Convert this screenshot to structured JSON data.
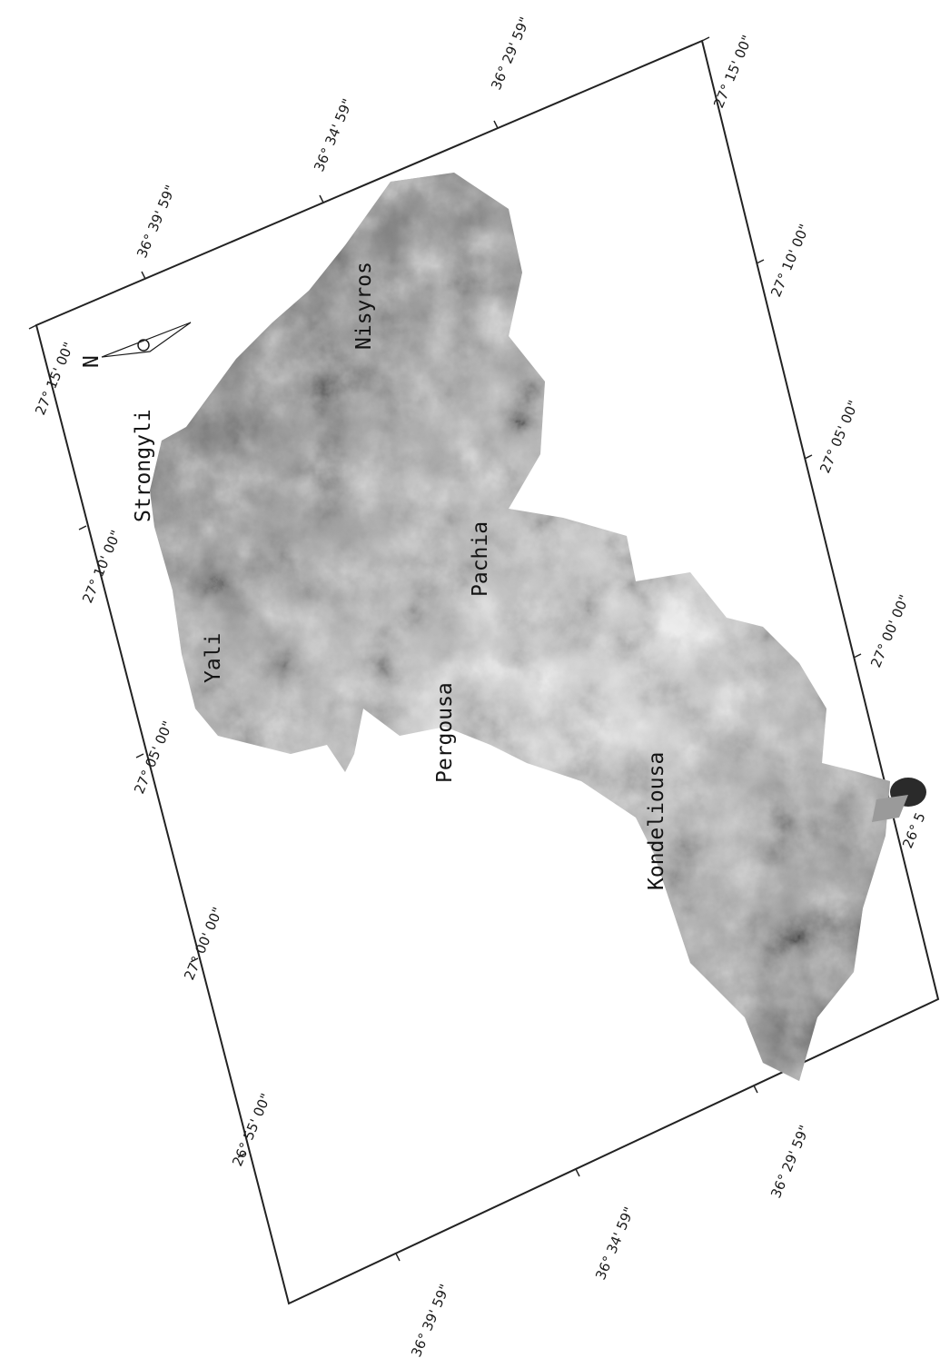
{
  "map": {
    "places": [
      "Nisyros",
      "Strongyli",
      "Yali",
      "Pachia",
      "Pergousa",
      "Kondeliousa"
    ],
    "north_label": "N",
    "coords_left": [
      "27° 15' 00\"",
      "27° 10' 00\"",
      "27° 05' 00\"",
      "27° 00' 00\"",
      "26° 55' 00\""
    ],
    "coords_top": [
      "36° 39' 59\"",
      "36° 34' 59\"",
      "36° 29' 59\"",
      "27° 15' 00\""
    ],
    "coords_right": [
      "27° 10' 00\"",
      "27° 05' 00\"",
      "27° 00' 00\"",
      "26° 5"
    ],
    "coords_bottom": [
      "36° 39' 59\"",
      "36° 34' 59\"",
      "36° 29' 59\""
    ],
    "colors": {
      "frame": "#222222",
      "relief_dark": "#3a3a3a",
      "relief_mid": "#8c8c8c",
      "relief_light": "#dcdcdc"
    }
  }
}
